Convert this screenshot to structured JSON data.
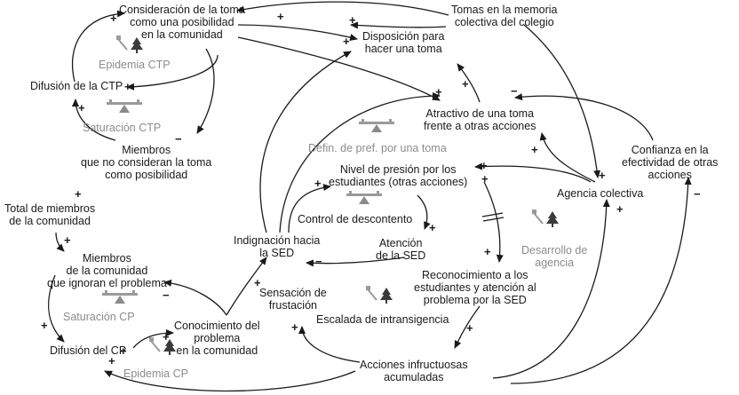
{
  "nodes": {
    "consideracion": [
      "Consideración de la toma",
      "como una posibilidad",
      "en la comunidad"
    ],
    "tomas_memoria": [
      "Tomas en la memoria",
      "colectiva del colegio"
    ],
    "disposicion": [
      "Disposición para",
      "hacer una toma"
    ],
    "epidemia_ctp": [
      "Epidemia CTP"
    ],
    "difusion_ctp": [
      "Difusión de la CTP"
    ],
    "saturacion_ctp": [
      "Saturación CTP"
    ],
    "atractivo": [
      "Atractivo de una toma",
      "frente a otras acciones"
    ],
    "miembros_no_consideran": [
      "Miembros",
      "que no consideran la toma",
      "como posibilidad"
    ],
    "defin_pref": [
      "Defin. de pref. por una toma"
    ],
    "confianza": [
      "Confianza en la",
      "efectividad de otras",
      "acciones"
    ],
    "nivel_presion": [
      "Nivel de presión por los",
      "estudiantes (otras acciones)"
    ],
    "agencia": [
      "Agencia colectiva"
    ],
    "total_miembros": [
      "Total de miembros",
      "de la comunidad"
    ],
    "control_descontento": [
      "Control de descontento"
    ],
    "indignacion": [
      "Indignación hacia",
      "la SED"
    ],
    "atencion": [
      "Atención",
      "de la SED"
    ],
    "desarrollo_agencia": [
      "Desarrollo de",
      "agencia"
    ],
    "miembros_ignoran": [
      "Miembros",
      "de la comunidad",
      "que ignoran el problema"
    ],
    "sensacion": [
      "Sensación de",
      "frustación"
    ],
    "reconocimiento": [
      "Reconocimiento a los",
      "estudiantes y atención al",
      "problema por la SED"
    ],
    "saturacion_cp": [
      "Saturación CP"
    ],
    "escalada": [
      "Escalada de intransigencia"
    ],
    "conocimiento": [
      "Conocimiento del",
      "problema",
      "en la comunidad"
    ],
    "difusion_cp": [
      "Difusión del CP"
    ],
    "epidemia_cp": [
      "Epidemia CP"
    ],
    "acciones": [
      "Acciones infructuosas",
      "acumuladas"
    ]
  },
  "signs": {
    "plus": "+",
    "minus": "−"
  },
  "icons": [
    "tree-shovel-icon",
    "seesaw-icon"
  ],
  "colors": {
    "ink": "#1a1a1a",
    "label_grey": "#8c8c8c",
    "icon_grey": "#9a9a9a"
  }
}
